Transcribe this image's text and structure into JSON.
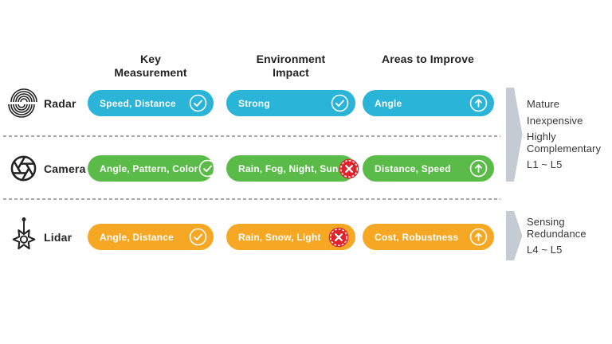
{
  "colors": {
    "radar": "#29b4d8",
    "camera": "#5abb49",
    "lidar": "#f6a723",
    "error_badge": "#e0232b",
    "bracket": "#c4cbd3"
  },
  "columns": [
    {
      "label": "Key Measurement"
    },
    {
      "label": "Environment Impact"
    },
    {
      "label": "Areas to Improve"
    }
  ],
  "rows": [
    {
      "label": "Radar",
      "icon": "radar-icon",
      "cells": [
        {
          "text": "Speed, Distance",
          "status": "positive"
        },
        {
          "text": "Strong",
          "status": "positive"
        },
        {
          "text": "Angle",
          "status": "improve"
        }
      ]
    },
    {
      "label": "Camera",
      "icon": "camera-aperture-icon",
      "cells": [
        {
          "text": "Angle, Pattern, Color",
          "status": "positive"
        },
        {
          "text": "Rain, Fog, Night, Sun",
          "status": "negative"
        },
        {
          "text": "Distance, Speed",
          "status": "improve"
        }
      ]
    },
    {
      "label": "Lidar",
      "icon": "lidar-icon",
      "cells": [
        {
          "text": "Angle, Distance",
          "status": "positive"
        },
        {
          "text": "Rain, Snow, Light",
          "status": "negative"
        },
        {
          "text": "Cost, Robustness",
          "status": "improve"
        }
      ]
    }
  ],
  "side_notes": [
    {
      "lines": [
        "Mature",
        "Inexpensive",
        "Highly Complementary",
        "L1 ~ L5"
      ]
    },
    {
      "lines": [
        "Sensing Redundance",
        "L4 ~ L5"
      ]
    }
  ]
}
